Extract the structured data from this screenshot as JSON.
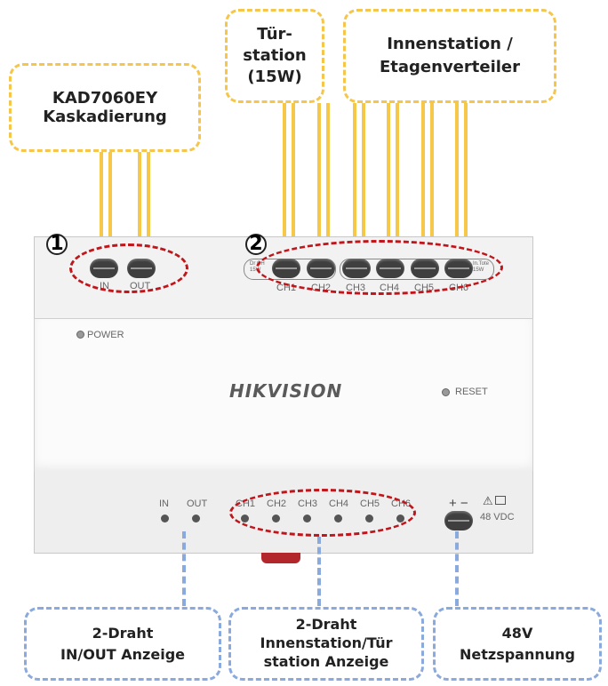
{
  "callouts": {
    "kad": "KAD7060EY\nKaskadierung",
    "tuer": "Tür-\nstation\n(15W)",
    "innen": "Innenstation /\nEtagenverteiler",
    "inout": "2-Draht\nIN/OUT Anzeige",
    "innen_anzeige": "2-Draht\nInnenstation/Tür\nstation Anzeige",
    "netz": "48V\nNetzspannung"
  },
  "markers": {
    "one": "1",
    "two": "2"
  },
  "top_panel": {
    "in": "IN",
    "out": "OUT",
    "ch1": "CH1",
    "ch2": "CH2",
    "ch3": "CH3",
    "ch4": "CH4",
    "ch5": "CH5",
    "ch6": "CH6",
    "door_tag": "Dr CH 15W",
    "in_tag": "In.Tote 15W"
  },
  "front": {
    "power": "POWER",
    "brand": "HIKVISION",
    "reset": "RESET"
  },
  "bottom_panel": {
    "in": "IN",
    "out": "OUT",
    "ch1": "CH1",
    "ch2": "CH2",
    "ch3": "CH3",
    "ch4": "CH4",
    "ch5": "CH5",
    "ch6": "CH6",
    "polarity": "+ −",
    "warning": "⚠",
    "voltage": "48 VDC"
  },
  "colors": {
    "wire": "#f6c84a",
    "callout_top": "#f5c64a",
    "callout_bottom": "#8aa9dc",
    "highlight": "#c0151b"
  }
}
